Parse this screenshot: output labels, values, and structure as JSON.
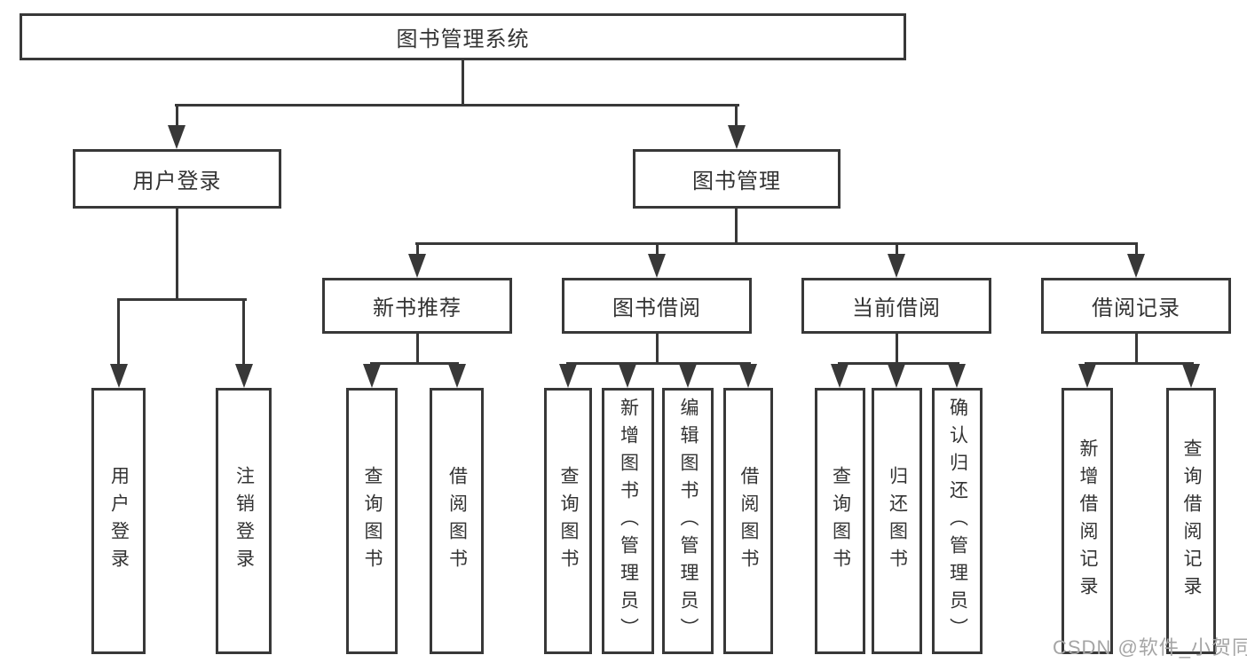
{
  "diagram_title": "图书管理系统",
  "tree": {
    "label": "图书管理系统",
    "children": [
      {
        "label": "用户登录",
        "children": [
          {
            "label": "用户登录"
          },
          {
            "label": "注销登录"
          }
        ]
      },
      {
        "label": "图书管理",
        "children": [
          {
            "label": "新书推荐",
            "children": [
              {
                "label": "查询图书"
              },
              {
                "label": "借阅图书"
              }
            ]
          },
          {
            "label": "图书借阅",
            "children": [
              {
                "label": "查询图书"
              },
              {
                "label": "新增图书（管理员）"
              },
              {
                "label": "编辑图书（管理员）"
              },
              {
                "label": "借阅图书"
              }
            ]
          },
          {
            "label": "当前借阅",
            "children": [
              {
                "label": "查询图书"
              },
              {
                "label": "归还图书"
              },
              {
                "label": "确认归还（管理员）"
              }
            ]
          },
          {
            "label": "借阅记录",
            "children": [
              {
                "label": "新增借阅记录"
              },
              {
                "label": "查询借阅记录"
              }
            ]
          }
        ]
      }
    ]
  },
  "watermark": {
    "text": "CSDN @软件_小贺同学"
  },
  "colors": {
    "line": "#383838",
    "text": "#333333",
    "watermark": "#a5a5a5",
    "background": "#ffffff"
  }
}
